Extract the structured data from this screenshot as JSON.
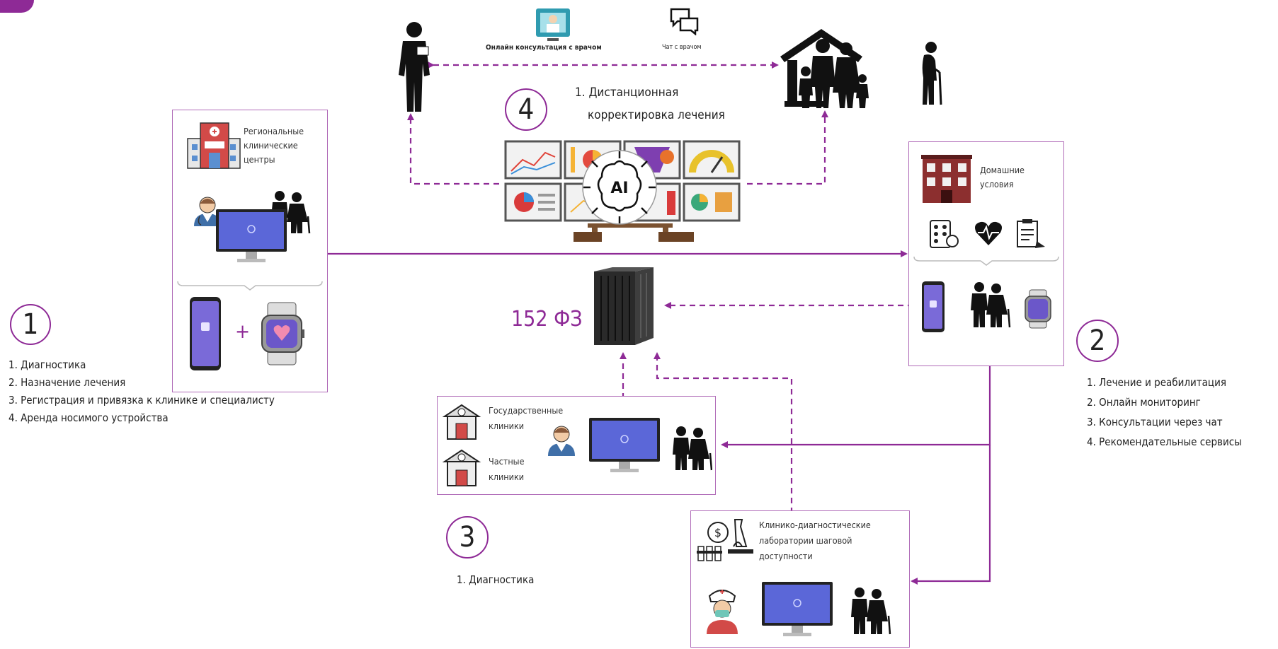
{
  "colors": {
    "accent": "#8e2a96",
    "box_border": "#b06bb8",
    "screen": "#5b67d8"
  },
  "top": {
    "online_consultation": "Онлайн консультация с врачом",
    "chat": "Чат с врачом"
  },
  "step4": {
    "number": "4",
    "title_line1": "1. Дистанционная",
    "title_line2": "корректировка лечения",
    "ai_label": "AI"
  },
  "server": {
    "law": "152 ФЗ"
  },
  "step1": {
    "number": "1",
    "box_title_line1": "Региональные",
    "box_title_line2": "клинические",
    "box_title_line3": "центры",
    "items": [
      "1. Диагностика",
      "2. Назначение лечения",
      "3. Регистрация и привязка к клинике и специалисту",
      "4. Аренда носимого устройства"
    ]
  },
  "step2": {
    "number": "2",
    "box_title_line1": "Домашние",
    "box_title_line2": "условия",
    "items": [
      "1. Лечение и реабилитация",
      "2. Онлайн мониторинг",
      "3. Консультации через чат",
      "4. Рекомендательные сервисы"
    ]
  },
  "step3": {
    "number": "3",
    "gov_line1": "Государственные",
    "gov_line2": "клиники",
    "private_line1": "Частные",
    "private_line2": "клиники",
    "items": [
      "1. Диагностика"
    ]
  },
  "labs": {
    "line1": "Клинико-диагностические",
    "line2": "лаборатории шаговой",
    "line3": "доступности"
  },
  "icons": {
    "doctor": "doctor-silhouette-icon",
    "family_home": "family-home-icon",
    "elderly": "elderly-person-icon",
    "hospital": "hospital-icon",
    "server": "server-rack-icon",
    "phone": "smartphone-icon",
    "watch": "smartwatch-icon",
    "monitor": "monitor-icon",
    "ai": "ai-brain-icon",
    "chat": "chat-bubbles-icon",
    "video_call": "video-consultation-icon"
  }
}
